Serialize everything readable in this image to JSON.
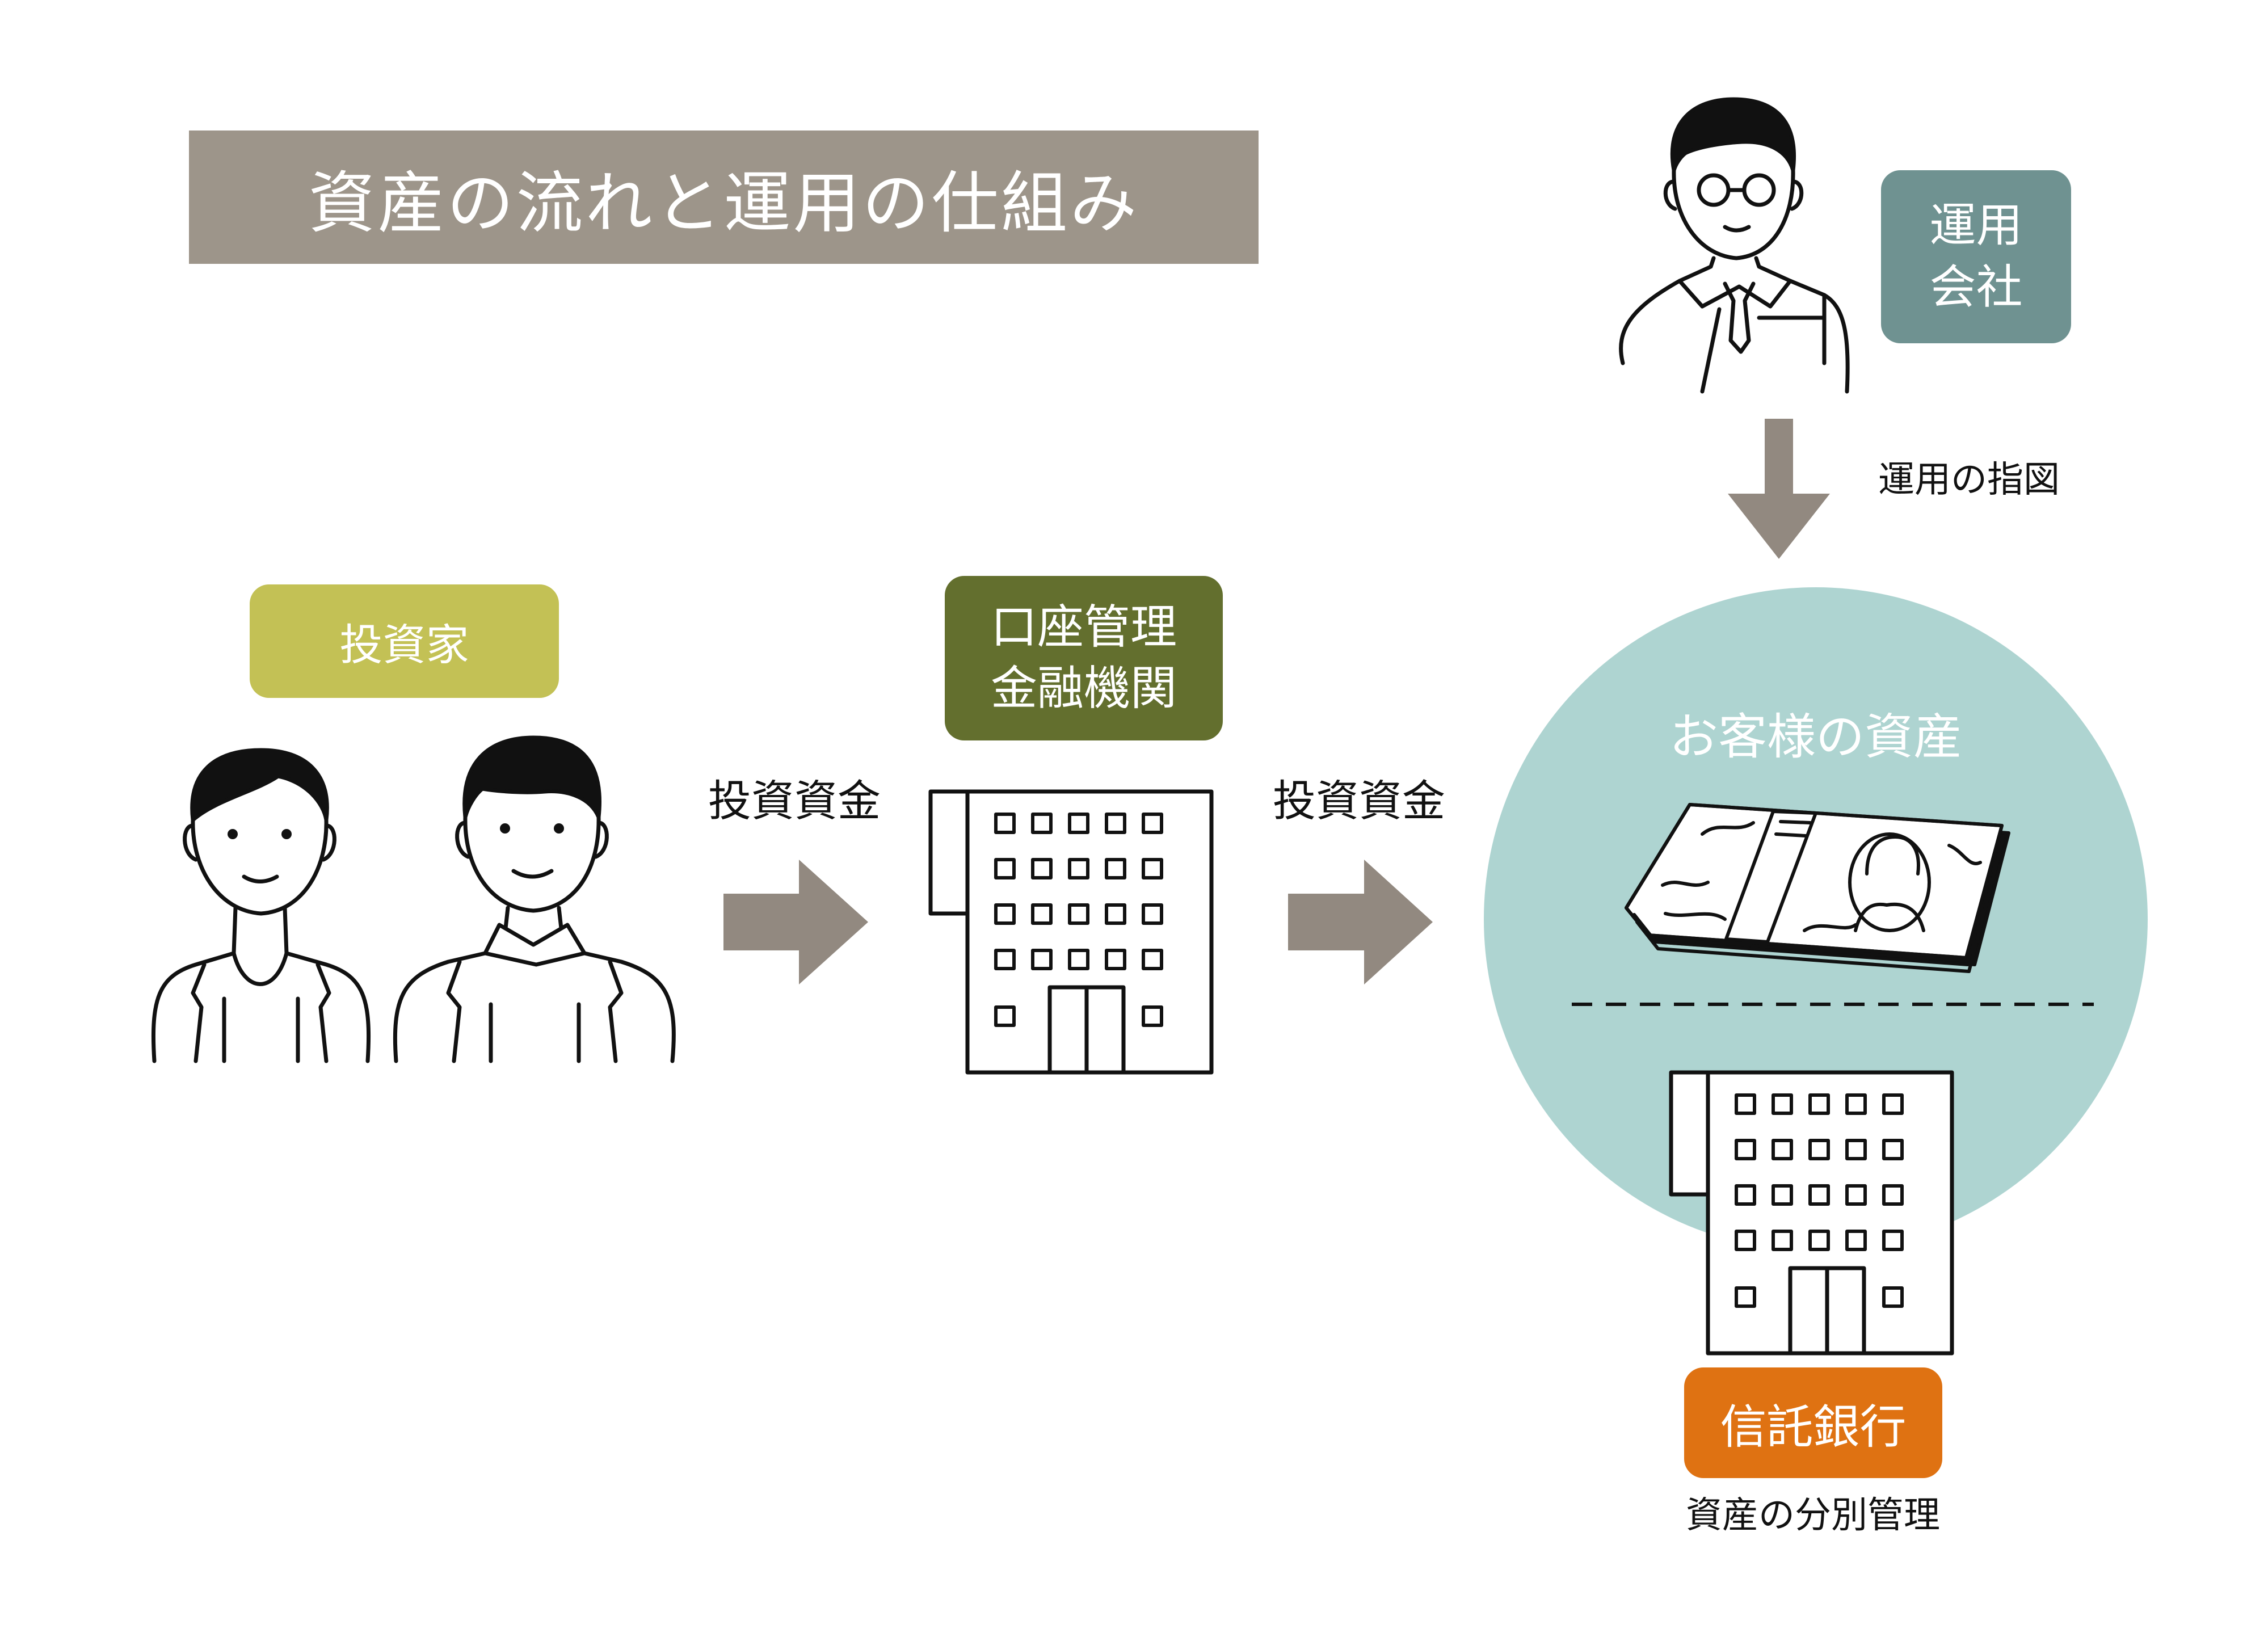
{
  "title": "資産の流れと運用の仕組み",
  "nodes": {
    "investor": "投資家",
    "account_institution": [
      "口座管理",
      "金融機関"
    ],
    "management_company": [
      "運用",
      "会社"
    ],
    "customer_assets": "お客様の資産",
    "trust_bank": "信託銀行"
  },
  "edges": {
    "investment_funds_1": "投資資金",
    "investment_funds_2": "投資資金",
    "management_instruction": "運用の指図"
  },
  "notes": {
    "segregated_management": "資産の分別管理"
  },
  "colors": {
    "title_bg": "#9d958a",
    "investor_bg": "#c3c155",
    "institution_bg": "#636f2e",
    "company_bg": "#6f9291",
    "assets_circle": "#aed4d1",
    "trust_bank_bg": "#df7212",
    "arrow": "#928980",
    "line": "#111111"
  },
  "icons": [
    "woman-investor-icon",
    "man-investor-icon",
    "office-building-icon",
    "manager-with-glasses-icon",
    "banknote-bundle-icon",
    "trust-bank-building-icon",
    "right-arrow-icon",
    "down-arrow-icon"
  ]
}
